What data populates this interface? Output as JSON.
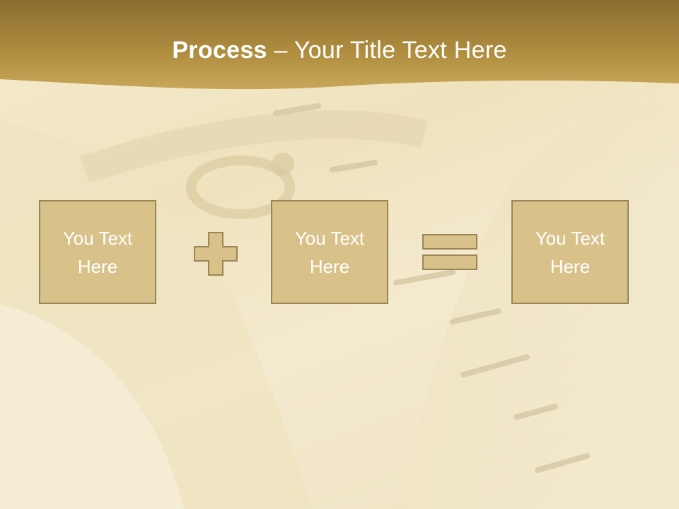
{
  "slide": {
    "title_bold": "Process",
    "title_rest": " – Your Title Text Here",
    "boxes": [
      {
        "text": "You Text Here"
      },
      {
        "text": "You Text Here"
      },
      {
        "text": "You Text Here"
      }
    ],
    "operators": [
      "plus-icon",
      "equals-icon"
    ],
    "colors": {
      "header_gold": "#b18f3e",
      "box_fill": "#d9c18a",
      "box_border": "#9c8656",
      "background": "#f3e9cc"
    }
  }
}
